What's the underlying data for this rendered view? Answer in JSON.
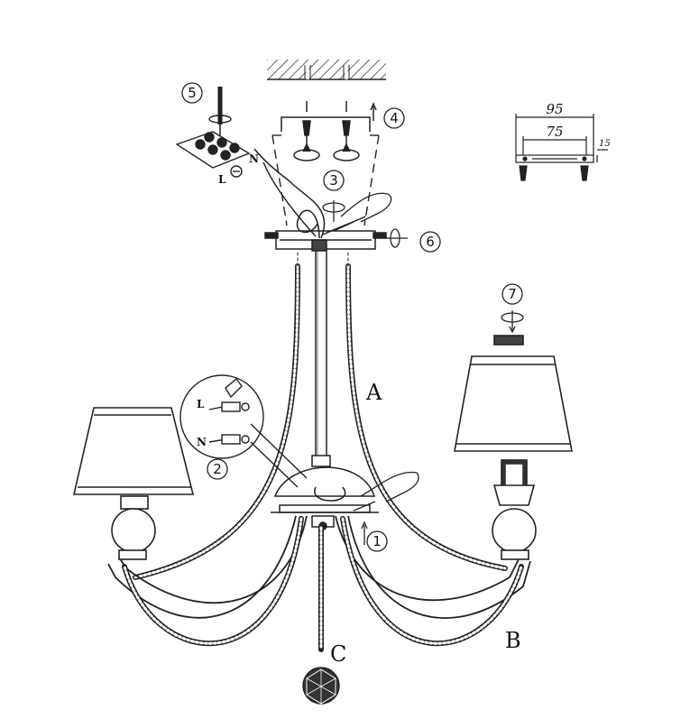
{
  "figure": {
    "part_labels": {
      "a": "A",
      "b": "B",
      "c": "C"
    },
    "step_numbers": [
      "1",
      "2",
      "3",
      "4",
      "5",
      "6",
      "7"
    ],
    "wire_labels": {
      "live": "L",
      "neutral": "N"
    },
    "bracket_dimensions": {
      "outer": "95",
      "inner": "75",
      "thickness": "15"
    }
  }
}
